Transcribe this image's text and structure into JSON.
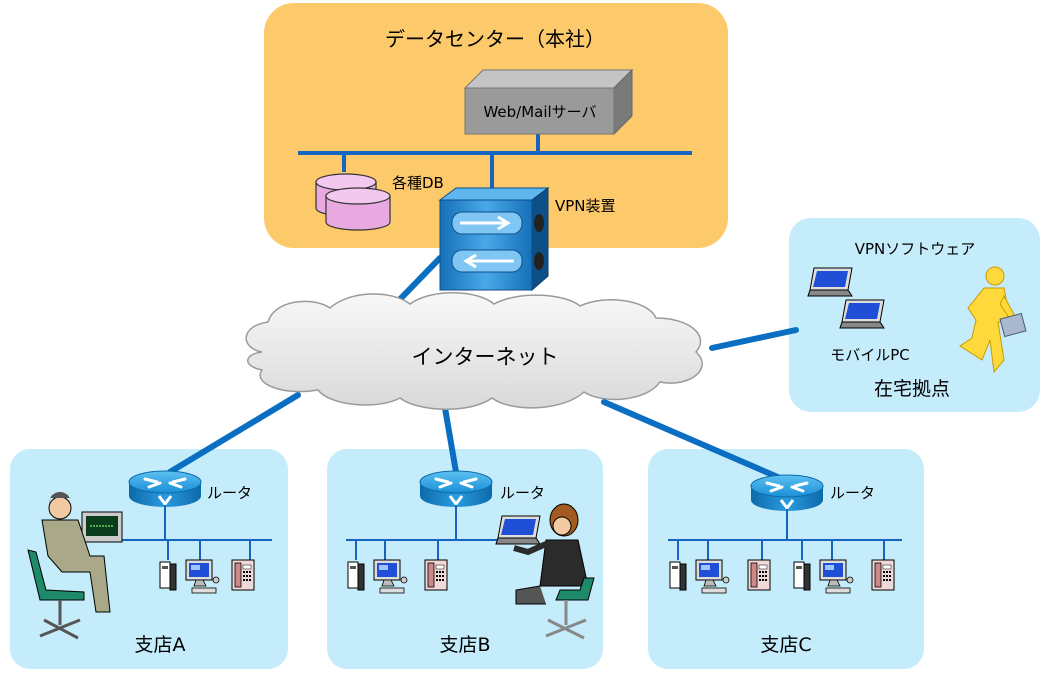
{
  "datacenter": {
    "title": "データセンター（本社）",
    "server_label": "Web/Mailサーバ",
    "db_label": "各種DB",
    "vpn_label": "VPN装置"
  },
  "internet": {
    "label": "インターネット"
  },
  "home": {
    "vpn_software_label": "VPNソフトウェア",
    "mobile_pc_label": "モバイルPC",
    "title": "在宅拠点"
  },
  "branches": [
    {
      "title": "支店A",
      "router_label": "ルータ"
    },
    {
      "title": "支店B",
      "router_label": "ルータ"
    },
    {
      "title": "支店C",
      "router_label": "ルータ"
    }
  ],
  "colors": {
    "datacenter_bg": "#fcc96b",
    "site_bg": "#c5ecfb",
    "link": "#0a6fc2",
    "lan": "#1565c0",
    "router": "#1a8fd6",
    "db": "#e8a8e0",
    "server": "#9a9a9a"
  }
}
